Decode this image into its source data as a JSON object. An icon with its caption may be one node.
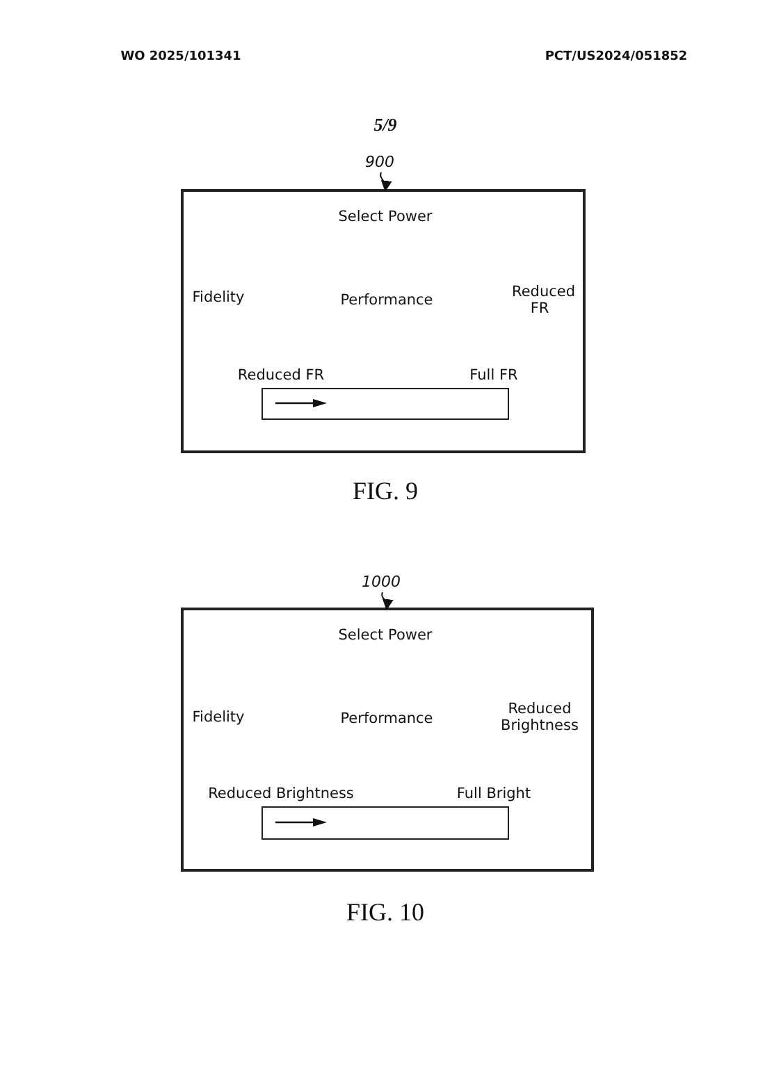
{
  "diagram": {
    "nodes": [
      {
        "text": [
          "900"
        ]
      },
      {
        "text": [],
        "shape": "box"
      },
      {
        "text": [],
        "shape": "bar",
        "in": 1,
        "beside": [
          "Reduced FR",
          "Full FR"
        ]
      },
      {
        "text": [
          "1000"
        ]
      },
      {
        "text": [],
        "shape": "box"
      },
      {
        "text": [],
        "shape": "bar",
        "in": 4,
        "beside": [
          "Reduced Brightness",
          "Full Bright"
        ]
      }
    ],
    "edges": [
      {
        "from": 0,
        "to": 1,
        "arrow": "to"
      },
      {
        "from": 3,
        "to": 4,
        "arrow": "to"
      }
    ],
    "labels": [
      "WO 2025/101341",
      "PCT/US2024/051852",
      "5/9",
      "Select Power",
      "Fidelity",
      "Performance",
      "Reduced FR",
      "FIG. 9",
      "Select Power",
      "Fidelity",
      "Performance",
      "Reduced Brightness",
      "FIG. 10"
    ]
  }
}
